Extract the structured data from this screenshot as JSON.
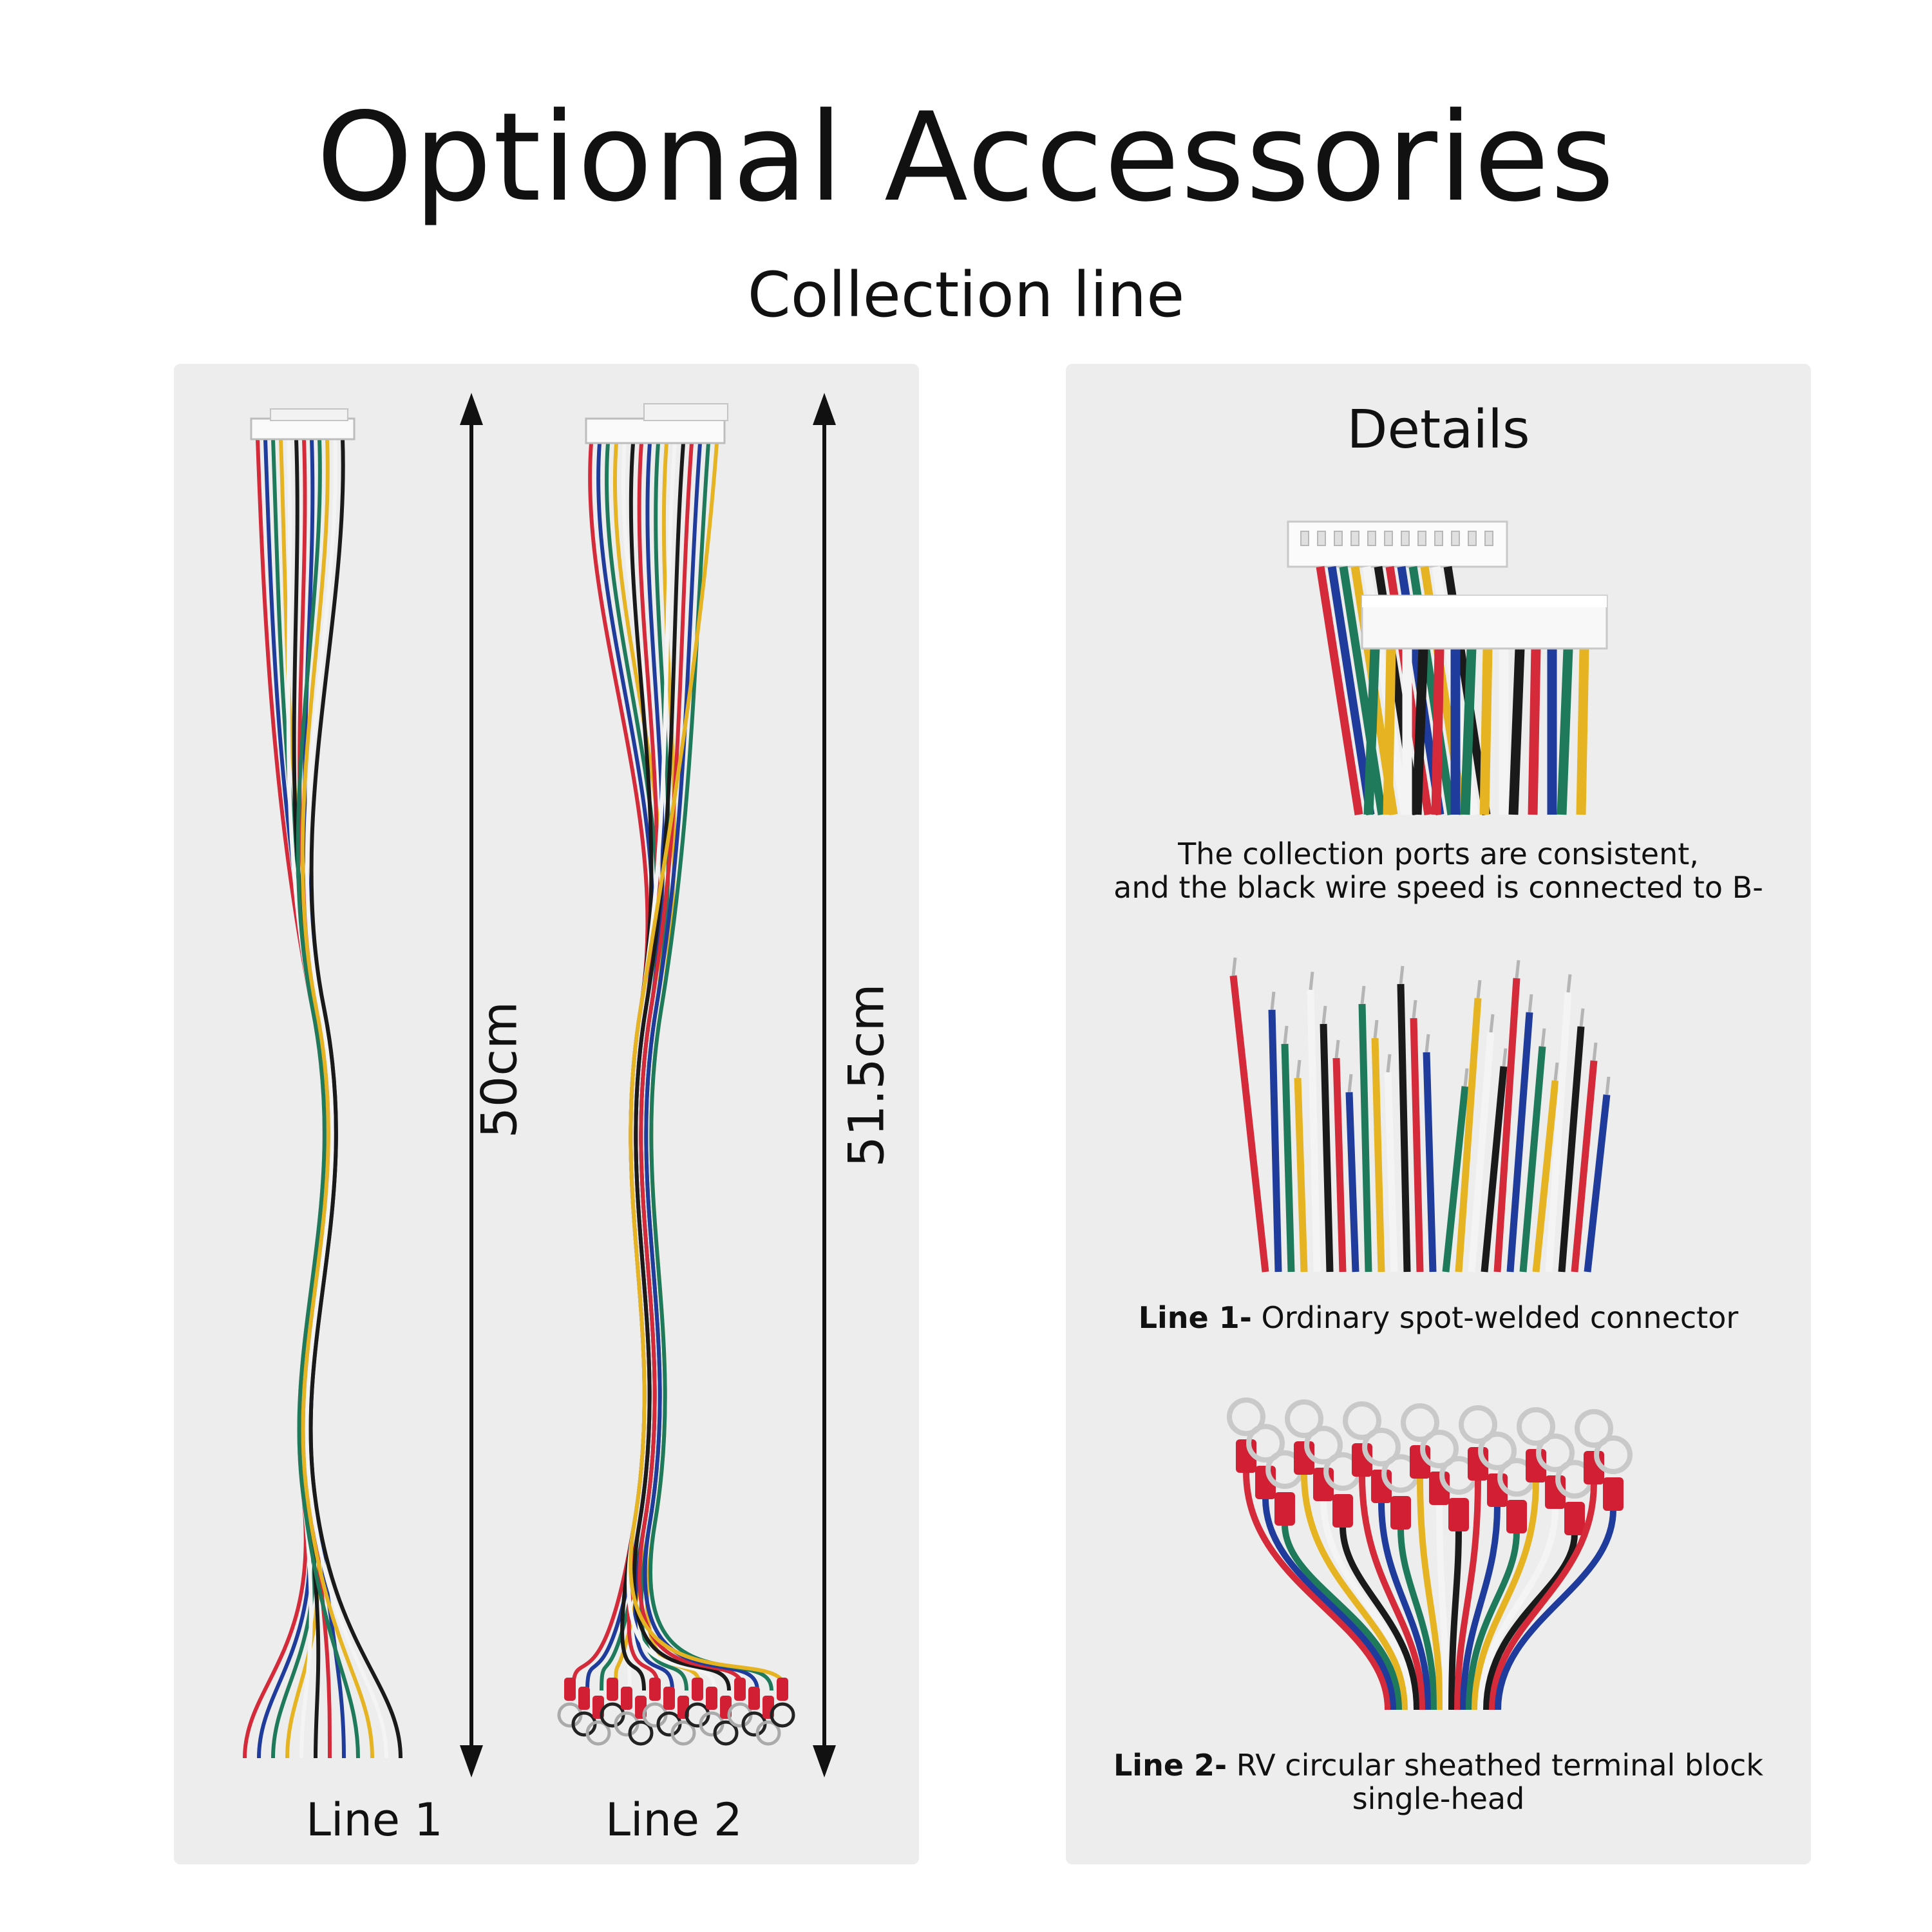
{
  "header": {
    "title": "Optional Accessories",
    "subtitle": "Collection line"
  },
  "left_panel": {
    "line1": {
      "length": "50cm",
      "label": "Line 1"
    },
    "line2": {
      "length": "51.5cm",
      "label": "Line 2"
    }
  },
  "details": {
    "title": "Details",
    "caption1": {
      "line_a": "The collection ports are consistent,",
      "line_b": "and the black wire speed is connected to B-"
    },
    "caption2": {
      "bold": "Line 1-",
      "text": " Ordinary spot-welded connector"
    },
    "caption3": {
      "bold": "Line 2-",
      "text": " RV circular sheathed terminal block",
      "line_b": "single-head"
    }
  },
  "colors": {
    "panel": "#ededed",
    "wire_red": "#d42a3a",
    "wire_blue": "#1f3c9c",
    "wire_green": "#1f7a5c",
    "wire_yellow": "#e6b422",
    "wire_white": "#f4f4f4",
    "wire_black": "#1a1a1a",
    "terminal_red": "#d21f33"
  }
}
